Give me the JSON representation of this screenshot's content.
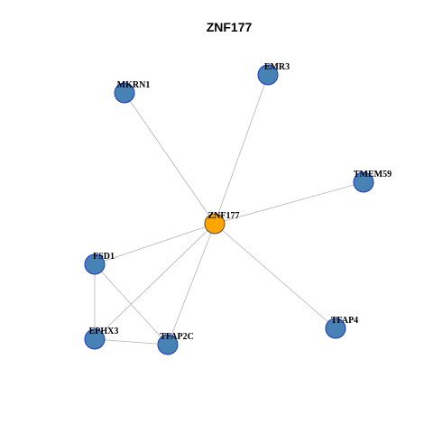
{
  "title": "ZNF177",
  "colors": {
    "hub_fill": "#FFA500",
    "node_fill": "#4682B4",
    "node_stroke": "#1a37c9",
    "hub_stroke": "#5a4a20",
    "edge": "#b3b3b3"
  },
  "nodes": [
    {
      "id": "ZNF177",
      "label": "ZNF177",
      "hub": true
    },
    {
      "id": "MKRN1",
      "label": "MKRN1"
    },
    {
      "id": "EMR3",
      "label": "EMR3"
    },
    {
      "id": "TMEM59",
      "label": "TMEM59"
    },
    {
      "id": "FSD1",
      "label": "FSD1"
    },
    {
      "id": "EPHX3",
      "label": "EPHX3"
    },
    {
      "id": "TFAP2C",
      "label": "TFAP2C"
    },
    {
      "id": "TFAP4",
      "label": "TFAP4"
    }
  ],
  "edges": [
    [
      "ZNF177",
      "MKRN1"
    ],
    [
      "ZNF177",
      "EMR3"
    ],
    [
      "ZNF177",
      "TMEM59"
    ],
    [
      "ZNF177",
      "FSD1"
    ],
    [
      "ZNF177",
      "EPHX3"
    ],
    [
      "ZNF177",
      "TFAP2C"
    ],
    [
      "ZNF177",
      "TFAP4"
    ],
    [
      "FSD1",
      "EPHX3"
    ],
    [
      "FSD1",
      "TFAP2C"
    ],
    [
      "EPHX3",
      "TFAP2C"
    ]
  ]
}
